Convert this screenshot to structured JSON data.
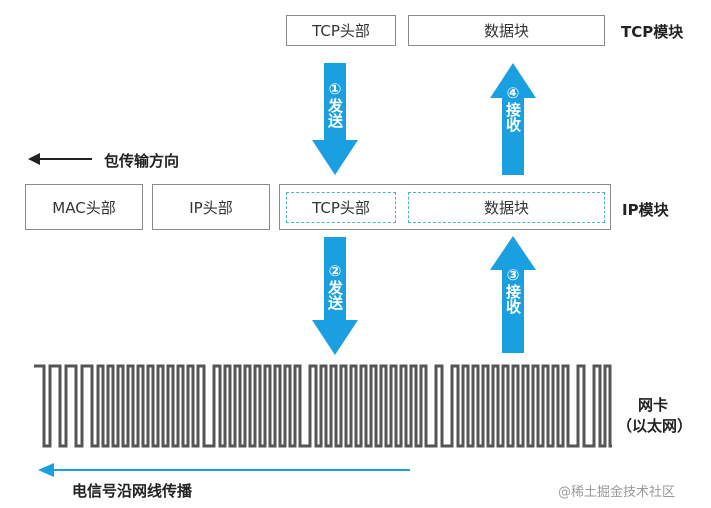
{
  "tcp_module": {
    "header": "TCP头部",
    "data": "数据块",
    "label": "TCP模块"
  },
  "ip_module": {
    "mac_header": "MAC头部",
    "ip_header": "IP头部",
    "tcp_header": "TCP头部",
    "data": "数据块",
    "label": "IP模块"
  },
  "direction": {
    "packet_direction": "包传输方向",
    "signal_propagation": "电信号沿网线传播"
  },
  "nic_label": {
    "line1": "网卡",
    "line2": "（以太网）"
  },
  "steps": [
    {
      "number": "①",
      "text": "发送"
    },
    {
      "number": "②",
      "text": "发送"
    },
    {
      "number": "③",
      "text": "接收"
    },
    {
      "number": "④",
      "text": "接收"
    }
  ],
  "watermark": "@稀土掘金技术社区",
  "colors": {
    "arrow": "#1aa0e0",
    "signal_line": "#555555",
    "dashed": "#4fb3c0",
    "box_border": "#8a8a8a"
  }
}
